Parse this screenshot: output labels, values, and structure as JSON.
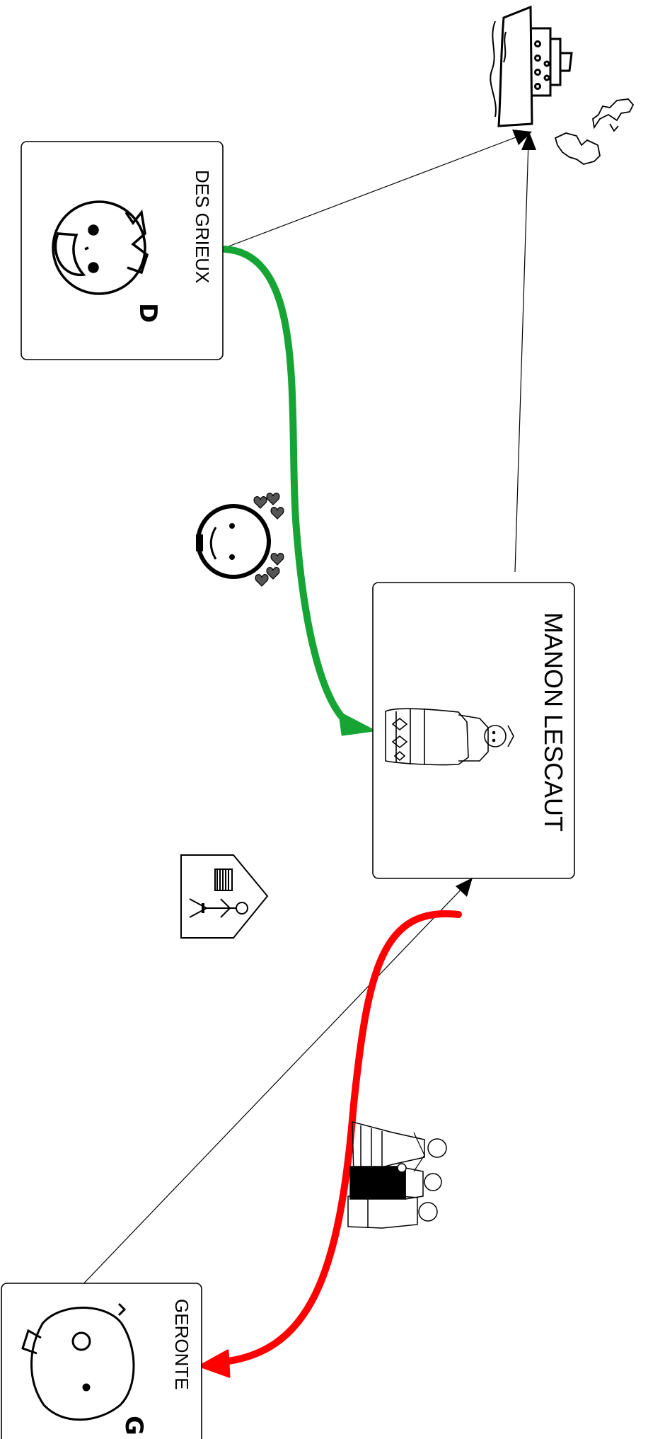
{
  "diagram": {
    "nodes": [
      {
        "id": "des-grieux",
        "label": "DES GRIEUX",
        "badge": "D",
        "icon": "boy-face-icon"
      },
      {
        "id": "manon-lescaut",
        "label": "MANON LESCAUT",
        "icon": "woman-in-dress-icon"
      },
      {
        "id": "geronte",
        "label": "GERONTE",
        "badge": "G",
        "icon": "old-man-face-icon"
      }
    ],
    "decorations": [
      {
        "id": "ship",
        "icon": "ship-icon"
      },
      {
        "id": "map",
        "icon": "america-map-icon"
      },
      {
        "id": "love",
        "icon": "in-love-face-icon"
      },
      {
        "id": "prison",
        "icon": "prison-house-icon"
      },
      {
        "id": "wedding",
        "icon": "wedding-icon"
      }
    ],
    "edges": [
      {
        "from": "des-grieux",
        "to": "manon-lescaut",
        "color": "#16a534",
        "style": "thick-curve"
      },
      {
        "from": "manon-lescaut",
        "to": "geronte",
        "color": "#ff0000",
        "style": "thick-curve"
      },
      {
        "from": "geronte",
        "to": "manon-lescaut",
        "color": "#000000",
        "style": "thin"
      },
      {
        "from": "des-grieux",
        "to": "ship",
        "color": "#000000",
        "style": "thin"
      },
      {
        "from": "manon-lescaut",
        "to": "ship",
        "color": "#000000",
        "style": "thin"
      }
    ]
  }
}
